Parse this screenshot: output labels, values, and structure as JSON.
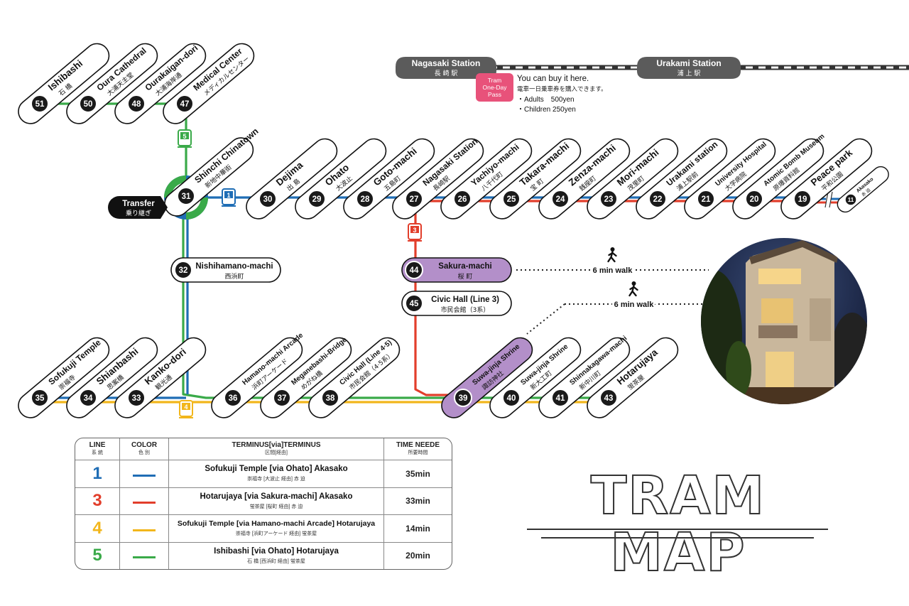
{
  "colors": {
    "line1": "#1f6db5",
    "line3": "#e23e2b",
    "line4": "#f2b61b",
    "line5": "#3aaa49",
    "highlight": "#b38fc9",
    "pass": "#e8527a",
    "station_dark": "#666666"
  },
  "top_stations": [
    {
      "num": "51",
      "en": "Ishibashi",
      "jp": "石 橋"
    },
    {
      "num": "50",
      "en": "Oura Cathedral",
      "jp": "大浦天主堂"
    },
    {
      "num": "48",
      "en": "Ourakaigan-dori",
      "jp": "大浦海岸通"
    },
    {
      "num": "47",
      "en": "Medical Center",
      "jp": "メディカルセンター"
    }
  ],
  "mid_stations": [
    {
      "num": "30",
      "en": "Dejima",
      "jp": "出 島"
    },
    {
      "num": "29",
      "en": "Ohato",
      "jp": "大波止"
    },
    {
      "num": "28",
      "en": "Goto-machi",
      "jp": "五島町"
    },
    {
      "num": "27",
      "en": "Nagasaki Station",
      "jp": "長崎駅"
    },
    {
      "num": "26",
      "en": "Yachiyo-machi",
      "jp": "八千代町"
    },
    {
      "num": "25",
      "en": "Takara-machi",
      "jp": "宝 町"
    },
    {
      "num": "24",
      "en": "Zenza-machi",
      "jp": "銭座町"
    },
    {
      "num": "23",
      "en": "Mori-machi",
      "jp": "茂里町"
    },
    {
      "num": "22",
      "en": "Urakami station",
      "jp": "浦上駅前"
    },
    {
      "num": "21",
      "en": "University Hospital",
      "jp": "大学病院"
    },
    {
      "num": "20",
      "en": "Atomic Bomb Museum",
      "jp": "原爆資料館"
    },
    {
      "num": "19",
      "en": "Peace park",
      "jp": "平和公園"
    }
  ],
  "akasako": {
    "num": "11",
    "en": "Akasako",
    "jp": "赤 迫"
  },
  "chinatown": {
    "num": "31",
    "en": "Shinchi Chinatown",
    "jp": "新地中華街"
  },
  "transfer": {
    "en": "Transfer",
    "jp": "乗り継ぎ"
  },
  "bottom_stations": [
    {
      "num": "35",
      "en": "Sofukuji Temple",
      "jp": "崇福寺"
    },
    {
      "num": "34",
      "en": "Shianbashi",
      "jp": "思案橋"
    },
    {
      "num": "33",
      "en": "Kanko-dori",
      "jp": "観光通"
    },
    {
      "num": "36",
      "en": "Hamano-machi Arcade",
      "jp": "浜町アーケード"
    },
    {
      "num": "37",
      "en": "Meganebashi-Bridge",
      "jp": "めがね橋"
    },
    {
      "num": "38",
      "en": "Civic Hall (Line 4·5)",
      "jp": "市民会館（4·5系）"
    },
    {
      "num": "39",
      "en": "Suwa-jinja Shrine",
      "jp": "諏訪神社"
    },
    {
      "num": "40",
      "en": "Suwa-jinja Shrine",
      "jp": "新大工町"
    },
    {
      "num": "41",
      "en": "Shinnakagawa-machi",
      "jp": "新中川町"
    },
    {
      "num": "43",
      "en": "Hotarujaya",
      "jp": "蛍茶屋"
    }
  ],
  "branch_stations": [
    {
      "num": "32",
      "en": "Nishihamano-machi",
      "jp": "西浜町"
    },
    {
      "num": "44",
      "en": "Sakura-machi",
      "jp": "桜 町"
    },
    {
      "num": "45",
      "en": "Civic Hall (Line 3)",
      "jp": "市民会館（3系）"
    }
  ],
  "line_badges": [
    "1",
    "3",
    "4",
    "5"
  ],
  "jr": {
    "nagasaki": {
      "en": "Nagasaki Station",
      "jp": "長 崎 駅"
    },
    "urakami": {
      "en": "Urakami Station",
      "jp": "浦 上 駅"
    }
  },
  "pass": {
    "label": [
      "Tram",
      "One-Day",
      "Pass"
    ],
    "buy": "You can buy it here.",
    "buy_jp": "電車一日乗車券を購入できます。",
    "adults": "・Adults　500yen",
    "children": "・Children 250yen"
  },
  "walk": {
    "label1": "6 min walk",
    "label2": "6 min walk"
  },
  "table": {
    "headers": [
      {
        "en": "LINE",
        "jp": "系 統"
      },
      {
        "en": "COLOR",
        "jp": "色 別"
      },
      {
        "en": "TERMINUS[via]TERMINUS",
        "jp": "区間[経由]"
      },
      {
        "en": "TIME NEEDE",
        "jp": "所要時間"
      }
    ],
    "rows": [
      {
        "line": "1",
        "color": "#1f6db5",
        "route": "Sofukuji Temple [via Ohato] Akasako",
        "route_jp": "崇福寺 [大波止 経由] 赤 迫",
        "time": "35min"
      },
      {
        "line": "3",
        "color": "#e23e2b",
        "route": "Hotarujaya [via Sakura-machi] Akasako",
        "route_jp": "蛍茶屋 [桜町 経由] 赤 迫",
        "time": "33min"
      },
      {
        "line": "4",
        "color": "#f2b61b",
        "route": "Sofukuji Temple [via Hamano-machi Arcade] Hotarujaya",
        "route_jp": "崇福寺 [浜町アーケード 経由] 蛍茶屋",
        "time": "14min"
      },
      {
        "line": "5",
        "color": "#3aaa49",
        "route": "Ishibashi [via Ohato] Hotarujaya",
        "route_jp": "石 橋 [西浜町 経由] 蛍茶屋",
        "time": "20min"
      }
    ]
  },
  "title": "TRAM MAP"
}
